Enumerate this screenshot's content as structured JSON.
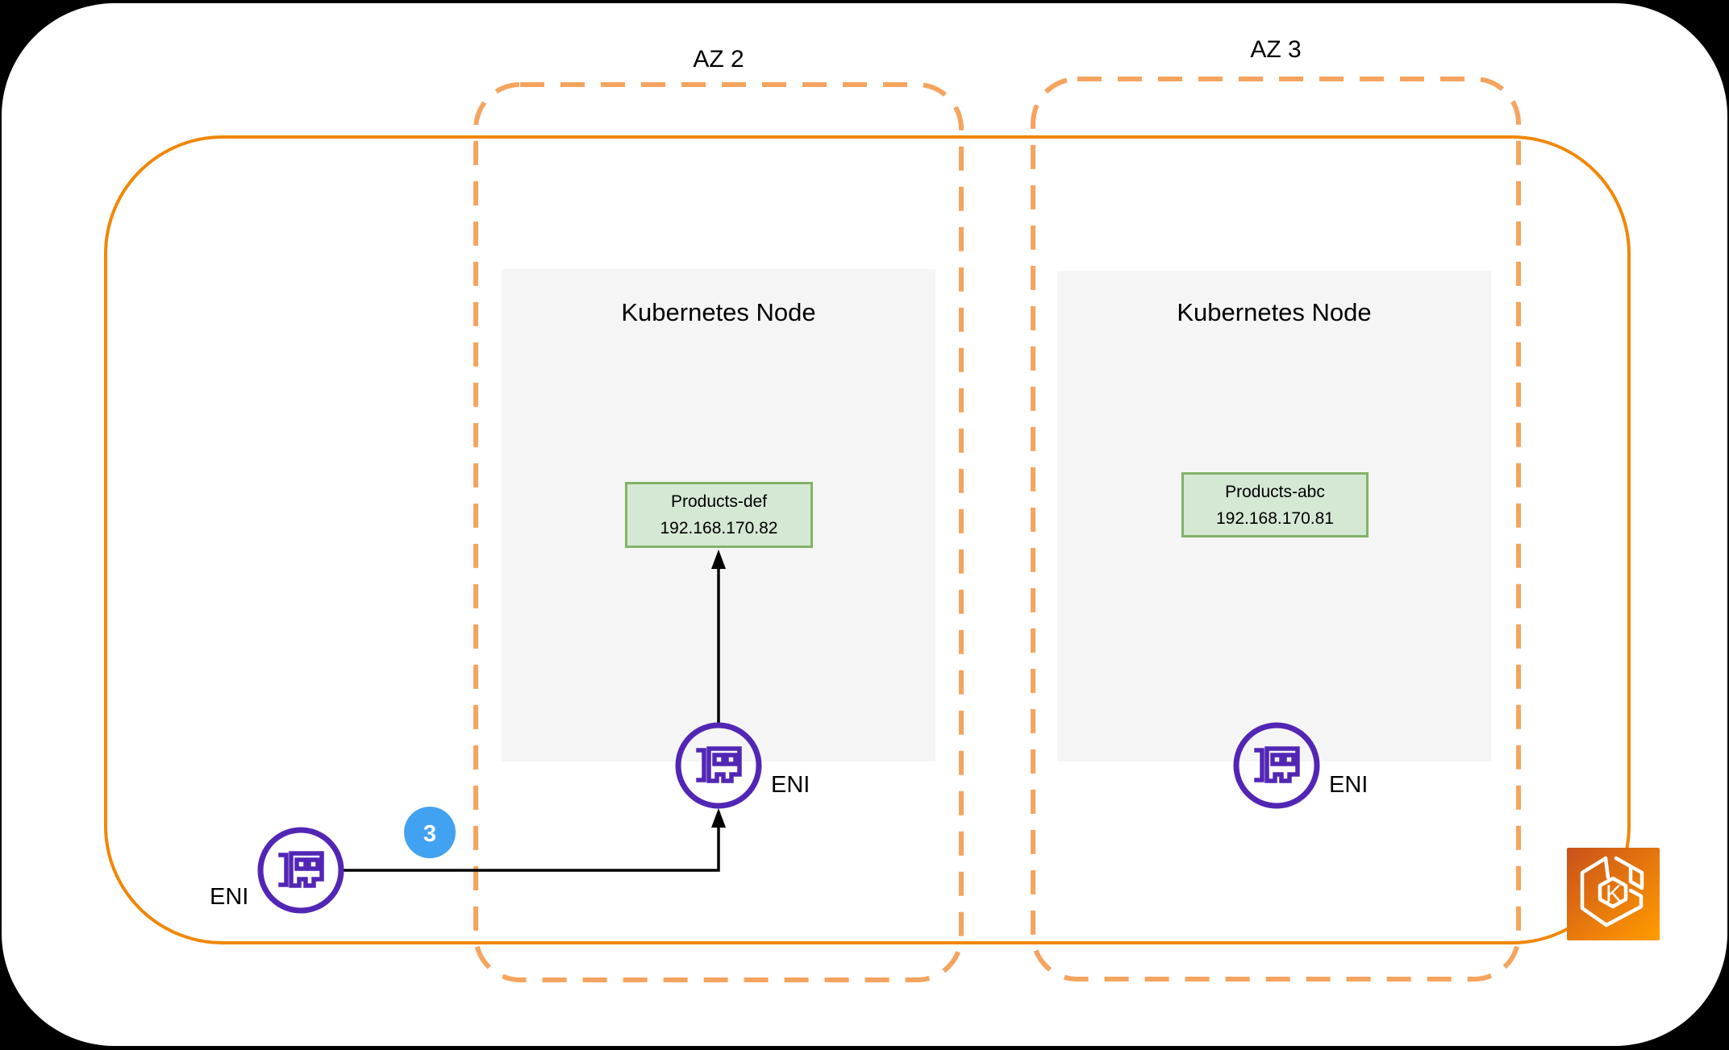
{
  "zones": [
    {
      "label": "AZ 2",
      "node": {
        "title": "Kubernetes Node",
        "pod": {
          "name": "Products-def",
          "ip": "192.168.170.82"
        },
        "eni_label": "ENI"
      }
    },
    {
      "label": "AZ 3",
      "node": {
        "title": "Kubernetes Node",
        "pod": {
          "name": "Products-abc",
          "ip": "192.168.170.81"
        },
        "eni_label": "ENI"
      }
    }
  ],
  "external_eni": {
    "label": "ENI"
  },
  "flow_badge": {
    "value": "3"
  },
  "eks_icon": {
    "letter": "K"
  },
  "colors": {
    "vpc_border": "#F08705",
    "az_border": "#F5A45F",
    "node_fill": "#F5F5F5",
    "pod_fill": "#D5E8D4",
    "pod_border": "#82B366",
    "eni_purple": "#5226B5",
    "badge_blue": "#42A2F2",
    "arrow": "#000000",
    "eks_gradient_start": "#C8511B",
    "eks_gradient_end": "#FF9900"
  }
}
